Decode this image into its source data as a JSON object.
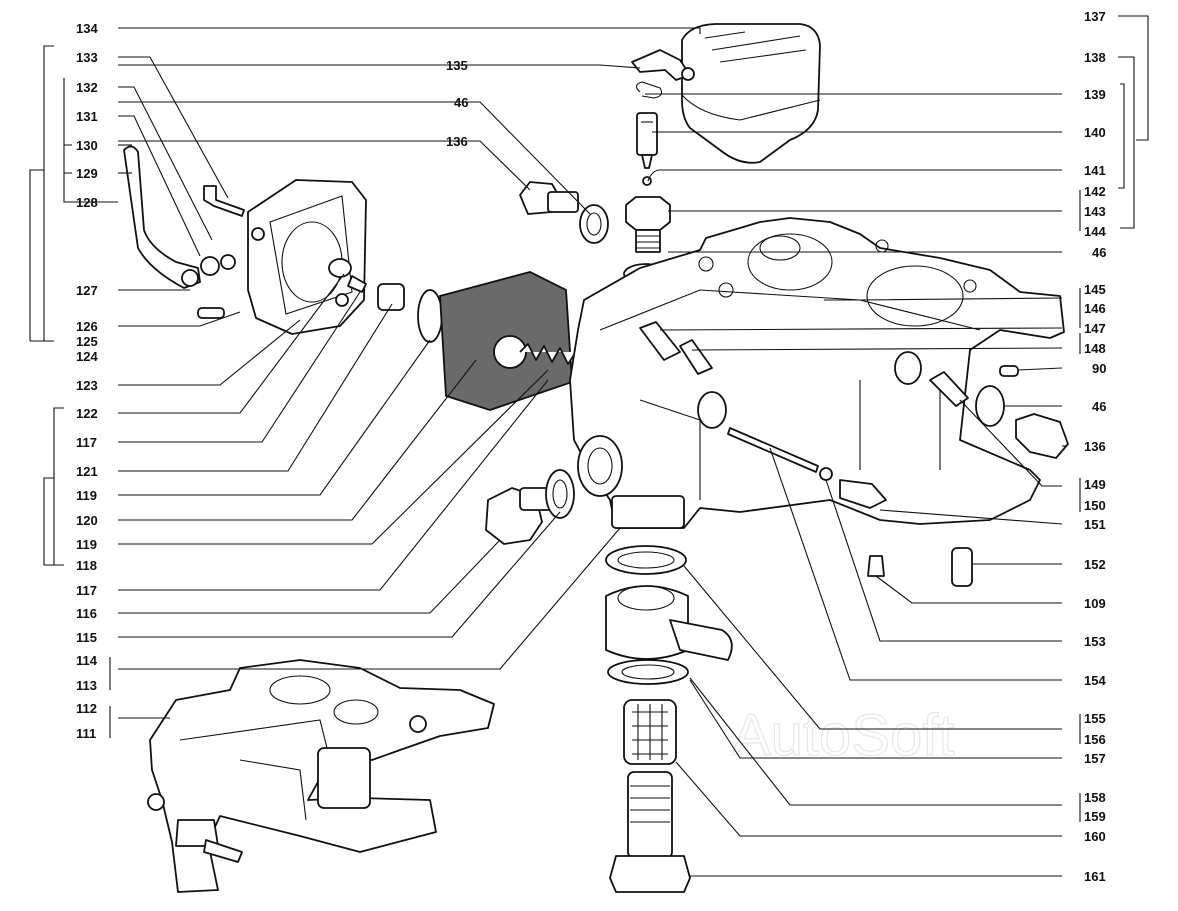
{
  "diagram": {
    "watermark": "AutoSoft",
    "labels": {
      "l137": "137",
      "l138": "138",
      "l134": "134",
      "l133": "133",
      "l132": "132",
      "l131": "131",
      "l130": "130",
      "l129": "129",
      "l128": "128",
      "l135": "135",
      "l139": "139",
      "l46a": "46",
      "l140": "140",
      "l136a": "136",
      "l141": "141",
      "l142": "142",
      "l143": "143",
      "l144": "144",
      "l46b": "46",
      "l127": "127",
      "l145": "145",
      "l146": "146",
      "l126": "126",
      "l147": "147",
      "l125": "125",
      "l148": "148",
      "l124": "124",
      "l123": "123",
      "l90": "90",
      "l46c": "46",
      "l122": "122",
      "l136b": "136",
      "l117a": "117",
      "l121": "121",
      "l149": "149",
      "l119a": "119",
      "l150": "150",
      "l120": "120",
      "l151": "151",
      "l119b": "119",
      "l118": "118",
      "l152": "152",
      "l117b": "117",
      "l109": "109",
      "l116": "116",
      "l115": "115",
      "l153": "153",
      "l114": "114",
      "l113": "113",
      "l154": "154",
      "l112": "112",
      "l155": "155",
      "l111": "111",
      "l156": "156",
      "l157": "157",
      "l158": "158",
      "l159": "159",
      "l160": "160",
      "l161": "161"
    }
  }
}
